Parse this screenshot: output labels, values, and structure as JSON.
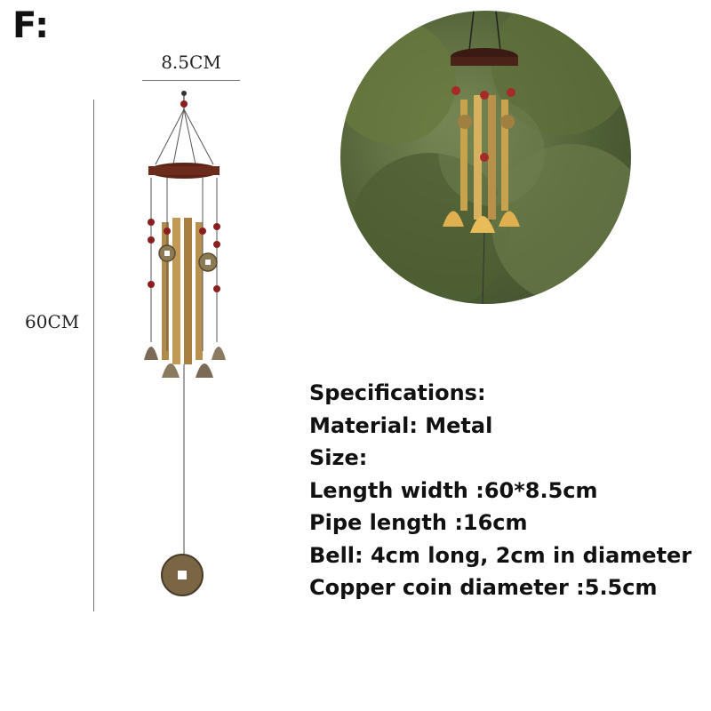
{
  "label_letter": "F:",
  "dimensions": {
    "width_label": "8.5CM",
    "height_label": "60CM"
  },
  "specs": [
    "Specifications:",
    "Material: Metal",
    "Size:",
    "Length width :60*8.5cm",
    "Pipe length :16cm",
    "Bell: 4cm long, 2cm in diameter",
    "Copper coin diameter :5.5cm"
  ],
  "colors": {
    "wood": "#5a2418",
    "tube": "#b08a4a",
    "bead": "#8a1f1f",
    "bell_bronze": "#7b6a55",
    "bell_gold": "#d8a84a",
    "foliage": "#55683a"
  }
}
